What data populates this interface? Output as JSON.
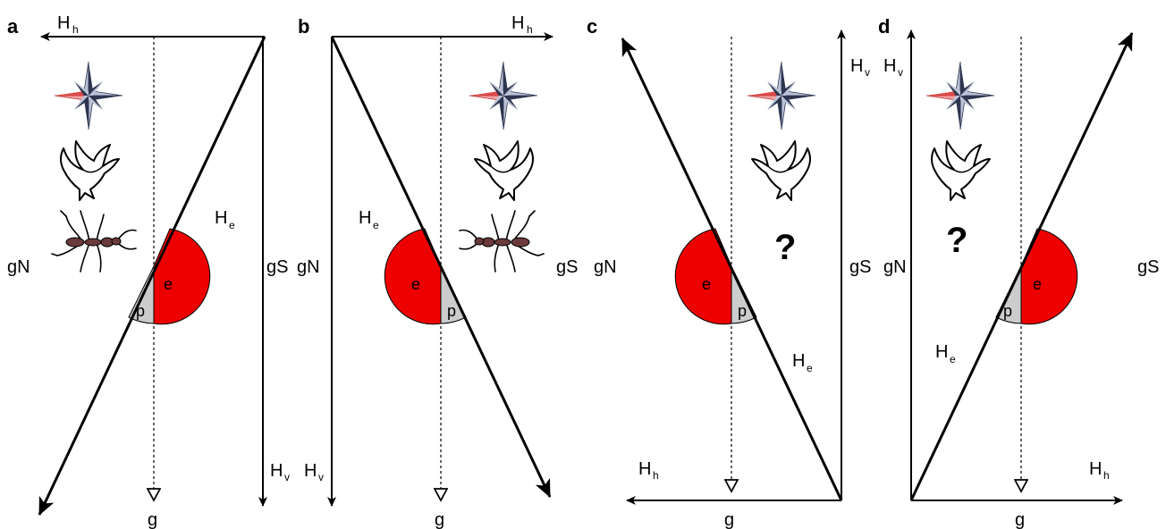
{
  "panels": [
    {
      "letter": "a",
      "left": "gN",
      "right": "gS",
      "h": "H",
      "h_sub": "h",
      "v": "H",
      "v_sub": "v",
      "e_field": "H",
      "e_sub": "e",
      "g": "g",
      "e_angle": "e",
      "p_angle": "p"
    },
    {
      "letter": "b",
      "left": "gN",
      "right": "gS",
      "h": "H",
      "h_sub": "h",
      "v": "H",
      "v_sub": "v",
      "e_field": "H",
      "e_sub": "e",
      "g": "g",
      "e_angle": "e",
      "p_angle": "p"
    },
    {
      "letter": "c",
      "left": "gN",
      "right": "gS",
      "h": "H",
      "h_sub": "h",
      "v": "H",
      "v_sub": "v",
      "e_field": "H",
      "e_sub": "e",
      "g": "g",
      "e_angle": "e",
      "p_angle": "p",
      "question": "?"
    },
    {
      "letter": "d",
      "left": "gN",
      "right": "gS",
      "h": "H",
      "h_sub": "h",
      "v": "H",
      "v_sub": "v",
      "e_field": "H",
      "e_sub": "e",
      "g": "g",
      "e_angle": "e",
      "p_angle": "p",
      "question": "?"
    }
  ],
  "icons": [
    "compass-rose-icon",
    "dove-icon",
    "ant-icon"
  ],
  "colors": {
    "inclination_fill": "#ee0000",
    "polar_fill": "#cccccc",
    "compass_dark": "#2d3550",
    "compass_light": "#b9c2d6",
    "compass_red": "#e04a4a",
    "ant_body": "#6b3a3a"
  }
}
